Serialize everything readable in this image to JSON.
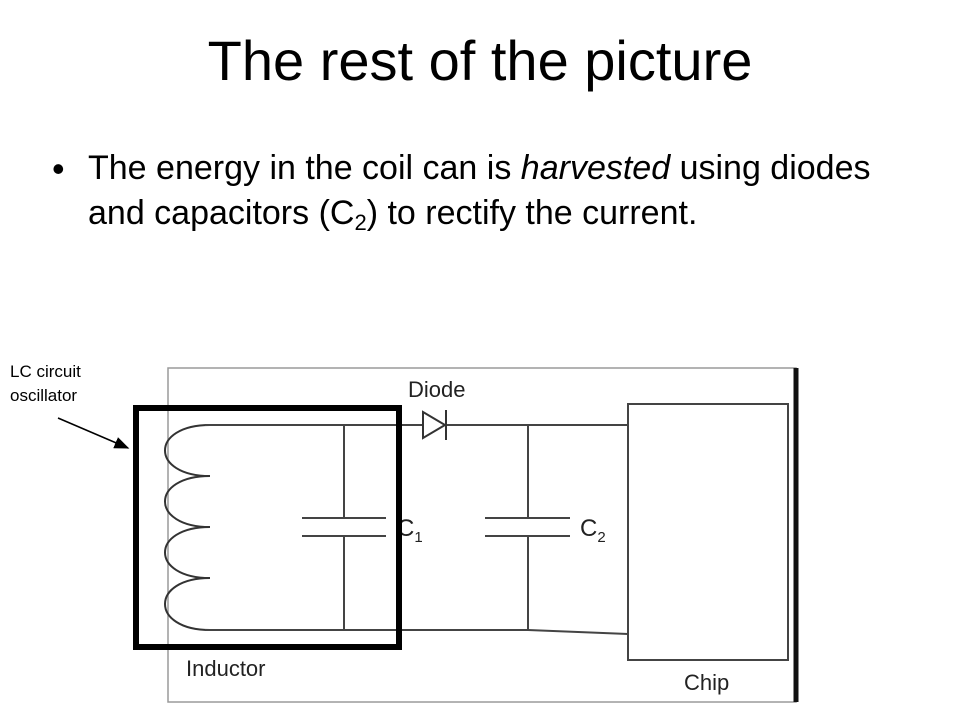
{
  "slide": {
    "title": "The rest of the picture",
    "bullet": {
      "symbol": "•",
      "text_before": "The energy in the coil can is ",
      "text_italic": "harvested",
      "text_middle": " using diodes and capacitors (C",
      "text_sub": "2",
      "text_after": ") to rectify the current."
    },
    "annotation": {
      "line1": "LC circuit",
      "line2": "oscillator"
    }
  },
  "diagram": {
    "labels": {
      "diode": "Diode",
      "inductor": "Inductor",
      "chip": "Chip",
      "c1_main": "C",
      "c1_sub": "1",
      "c2_main": "C",
      "c2_sub": "2"
    }
  }
}
